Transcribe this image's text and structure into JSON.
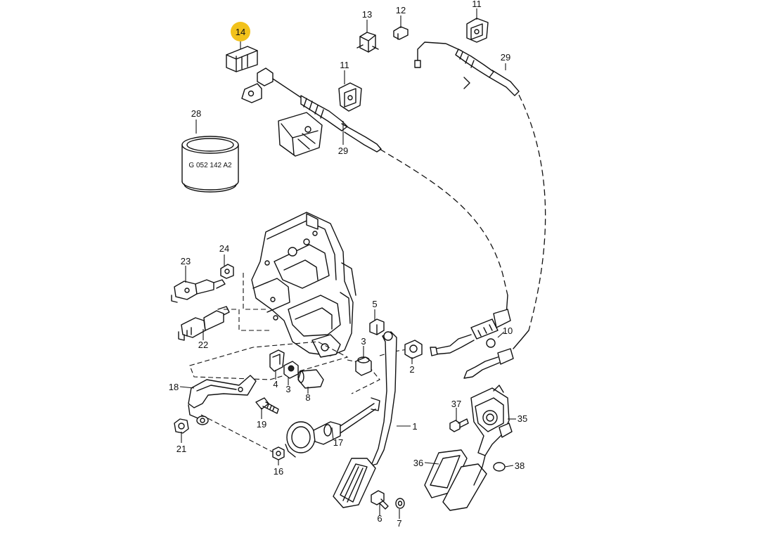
{
  "highlight_color": "#f2c21b",
  "callouts": {
    "c14": "14",
    "c13": "13",
    "c12": "12",
    "c11a": "11",
    "c11b": "11",
    "c29a": "29",
    "c29b": "29",
    "c28": "28",
    "c23": "23",
    "c24": "24",
    "c22": "22",
    "c5": "5",
    "c10": "10",
    "c3a": "3",
    "c3b": "3",
    "c2": "2",
    "c4": "4",
    "c8": "8",
    "c18": "18",
    "c19": "19",
    "c21": "21",
    "c16": "16",
    "c17": "17",
    "c1": "1",
    "c37": "37",
    "c35": "35",
    "c36": "36",
    "c38": "38",
    "c6": "6",
    "c7": "7"
  },
  "part_28_stamp": "G 052 142 A2"
}
